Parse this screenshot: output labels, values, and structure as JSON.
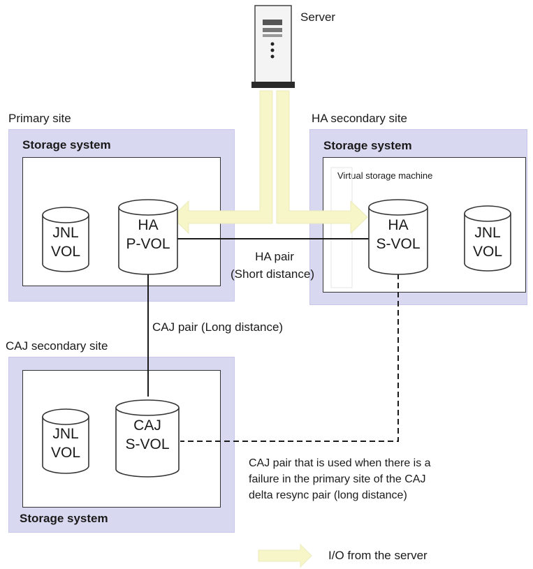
{
  "server": {
    "label": "Server",
    "icon": "server-tower-icon"
  },
  "sites": {
    "primary": {
      "label": "Primary site",
      "storage_title": "Storage system"
    },
    "ha_secondary": {
      "label": "HA secondary site",
      "storage_title": "Storage system",
      "virtual_machine_label": "Virtual storage machine"
    },
    "caj_secondary": {
      "label": "CAJ secondary site",
      "storage_title": "Storage system"
    }
  },
  "volumes": {
    "primary_jnl": {
      "line1": "JNL",
      "line2": "VOL"
    },
    "primary_ha_pvol": {
      "line1": "HA",
      "line2": "P-VOL"
    },
    "ha_svol": {
      "line1": "HA",
      "line2": "S-VOL"
    },
    "ha_jnl": {
      "line1": "JNL",
      "line2": "VOL"
    },
    "caj_jnl": {
      "line1": "JNL",
      "line2": "VOL"
    },
    "caj_svol": {
      "line1": "CAJ",
      "line2": "S-VOL"
    }
  },
  "links": {
    "ha_pair_line1": "HA pair",
    "ha_pair_line2": "(Short distance)",
    "caj_pair": "CAJ pair (Long distance)",
    "delta_line1": "CAJ pair that is used when there is a",
    "delta_line2": "failure in the primary site of the CAJ",
    "delta_line3": "delta resync pair (long distance)"
  },
  "legend": {
    "io_label": "I/O from the server"
  },
  "colors": {
    "panel": "#d9d8f1",
    "io_arrow": "#f7f6c9",
    "line": "#1a1a1a"
  }
}
